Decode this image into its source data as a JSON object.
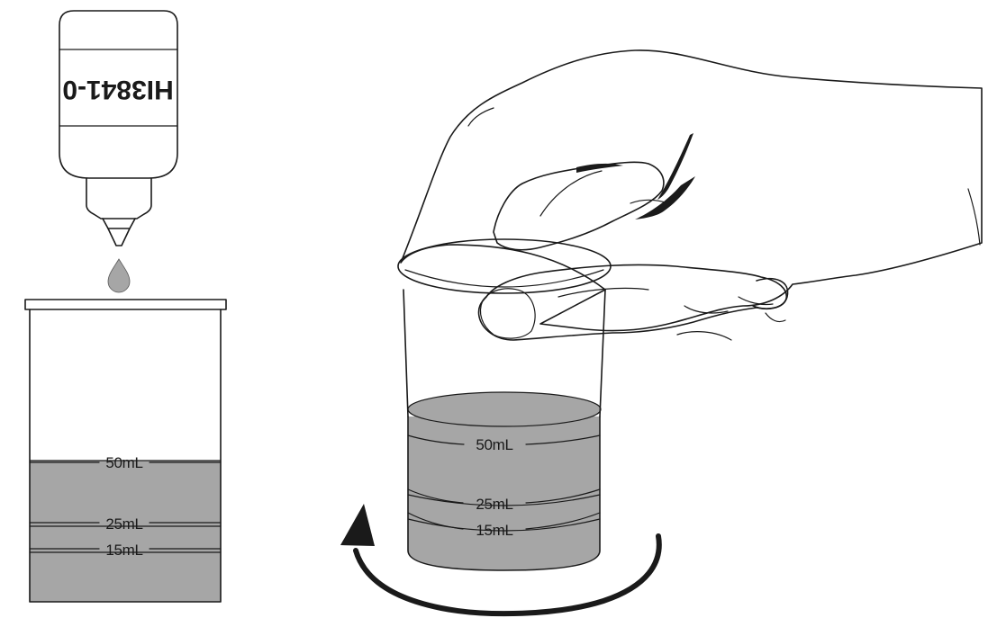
{
  "bottle": {
    "code": "HI3841-0"
  },
  "beaker_left": {
    "marks": [
      "50mL",
      "25mL",
      "15mL"
    ]
  },
  "beaker_right": {
    "marks": [
      "50mL",
      "25mL",
      "15mL"
    ]
  },
  "colors": {
    "liquid": "#a6a6a6",
    "stroke": "#1a1a1a",
    "drop": "#a6a6a6"
  },
  "icons": [
    "dropper-bottle-icon",
    "reagent-drop-icon",
    "swirl-arrow-icon",
    "hand-icon"
  ]
}
